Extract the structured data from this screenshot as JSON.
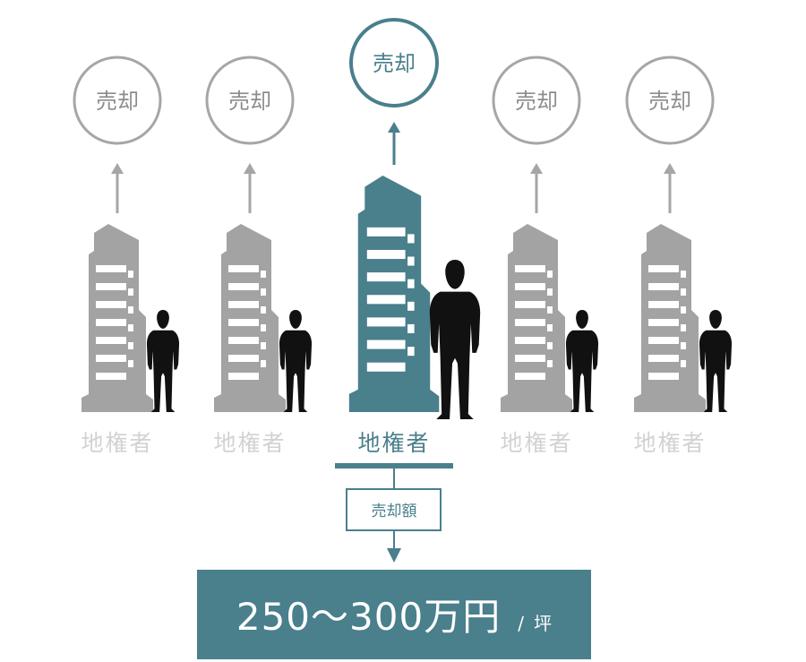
{
  "colors": {
    "accent": "#4A7F8C",
    "gray_circle": "#A6A6A6",
    "gray_building": "#A3A3A3",
    "gray_label": "#D2D2D2",
    "gray_text": "#8C8C8C",
    "person": "#111111"
  },
  "columns": [
    {
      "sale_label": "売却",
      "owner_label": "地権者",
      "highlight": false
    },
    {
      "sale_label": "売却",
      "owner_label": "地権者",
      "highlight": false
    },
    {
      "sale_label": "売却",
      "owner_label": "地権者",
      "highlight": true
    },
    {
      "sale_label": "売却",
      "owner_label": "地権者",
      "highlight": false
    },
    {
      "sale_label": "売却",
      "owner_label": "地権者",
      "highlight": false
    }
  ],
  "amount_label": "売却額",
  "price": {
    "main": "250〜300万円",
    "separator": "/",
    "unit": "坪"
  }
}
